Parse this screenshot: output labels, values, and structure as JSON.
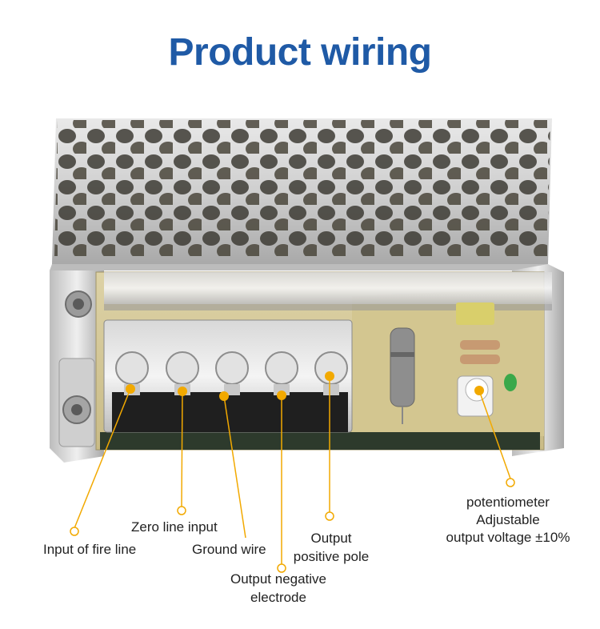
{
  "title": "Product wiring",
  "labels": {
    "fire_line": "Input of fire line",
    "zero_line": "Zero line input",
    "ground": "Ground wire",
    "output_negative_1": "Output  negative",
    "output_negative_2": "electrode",
    "output_positive_1": "Output",
    "output_positive_2": "positive pole",
    "potentiometer": "potentiometer",
    "adjustable_1": "Adjustable",
    "adjustable_2": "output voltage ±10%"
  },
  "colors": {
    "title": "#1f5aa6",
    "callout": "#f2a900",
    "highlight": "#e0262b"
  }
}
